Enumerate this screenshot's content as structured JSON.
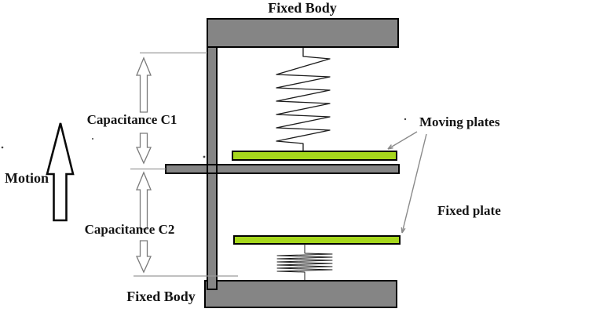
{
  "labels": {
    "fixed_body_top": "Fixed Body",
    "fixed_body_bottom": "Fixed Body",
    "capacitance_c1": "Capacitance C1",
    "capacitance_c2": "Capacitance C2",
    "motion": "Motion",
    "moving_plates": "Moving plates",
    "fixed_plate": "Fixed plate"
  },
  "colors": {
    "body_gray": "#858585",
    "plate_green": "#A6D71C",
    "outline_black": "#000000",
    "pointer_gray": "#8A8A8A",
    "background": "#FFFFFF"
  }
}
